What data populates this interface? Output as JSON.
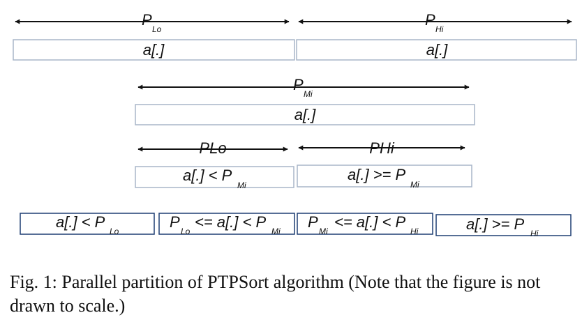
{
  "row1": {
    "left_arrow": {
      "main": "P",
      "sub": "Lo"
    },
    "right_arrow": {
      "main": "P",
      "sub": "Hi"
    },
    "left_box": "a[.]",
    "right_box": "a[.]"
  },
  "row2": {
    "arrow": {
      "main": "P",
      "sub": "Mi"
    },
    "box": "a[.]"
  },
  "row3": {
    "left_arrow": "PLo",
    "right_arrow": "PHi",
    "left_box": {
      "text": "a[.] < P",
      "sub": "Mi"
    },
    "right_box": {
      "text": "a[.] >= P",
      "sub": "Mi"
    }
  },
  "row4": {
    "box1": {
      "text": "a[.] < P",
      "sub": "Lo"
    },
    "box2": {
      "pre": "P",
      "pre_sub": "Lo",
      "text": "<= a[.] < P",
      "sub": "Mi"
    },
    "box3": {
      "pre": "P",
      "pre_sub": "Mi",
      "text": "<= a[.] < P",
      "sub": "Hi"
    },
    "box4": {
      "text": "a[.] >= P",
      "sub": "Hi"
    }
  },
  "caption": "Fig. 1: Parallel partition of PTPSort algorithm (Note that the figure is not drawn to scale.)",
  "colors": {
    "light_box": "#a9b6c8",
    "dark_box": "#1f3f73",
    "ink": "#111111"
  }
}
